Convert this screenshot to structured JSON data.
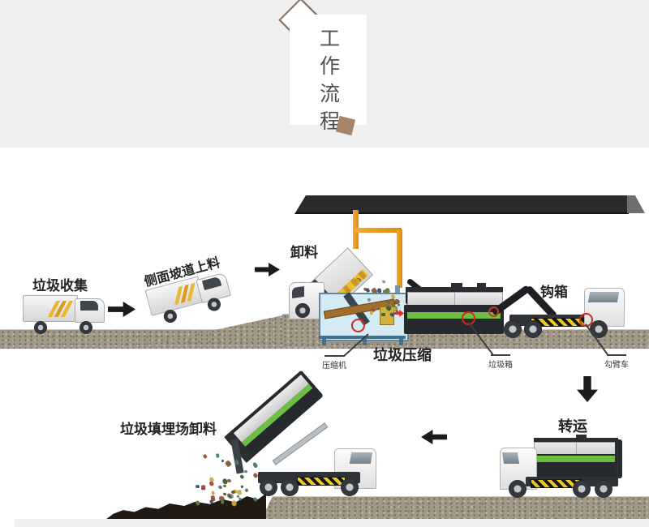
{
  "header": {
    "title": "工作流程"
  },
  "flow": {
    "collect": "垃圾收集",
    "ramp_load": "侧面坡道上料",
    "unload": "卸料",
    "compress": "垃圾压缩",
    "hook_box": "钩箱",
    "transfer": "转运",
    "landfill": "垃圾填埋场卸料"
  },
  "callouts": {
    "compressor": "压缩机",
    "garbage_box": "垃圾箱",
    "hook_arm_truck": "勾臂车"
  },
  "colors": {
    "header_gray": "#efefef",
    "brand_brown": "#a5846a",
    "roof_dark": "#2b2b2e",
    "pole_orange": "#ee9b18",
    "container_green": "#6fbe44",
    "annotation_red": "#d42a1e",
    "pit_blue": "#d4eaf4",
    "debris": [
      "#5f7a38",
      "#3f5d33",
      "#c8a93c",
      "#7a5c3e",
      "#4d7a6a",
      "#a04a3a",
      "#8a8a8a",
      "#2e4d7a"
    ]
  }
}
